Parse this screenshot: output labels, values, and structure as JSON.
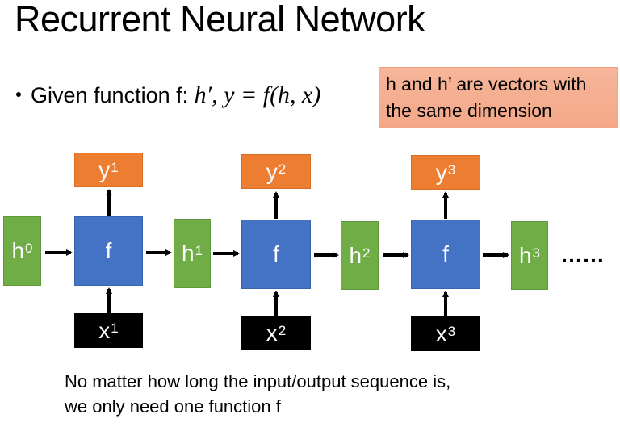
{
  "slide": {
    "title": "Recurrent Neural Network",
    "bullet": {
      "prefix": "Given function f: ",
      "formula": "h′, y = f(h, x)"
    },
    "note": {
      "line1": "h and h’ are vectors with",
      "line2": "the same dimension",
      "background": "#f5ae90"
    },
    "caption": {
      "line1": "No matter how long the input/output sequence is,",
      "line2": "we only need one function f"
    }
  },
  "diagram": {
    "colors": {
      "hidden": "#70ad47",
      "function": "#4472c4",
      "output": "#ed7d31",
      "input": "#000000"
    },
    "hidden_states": [
      {
        "base": "h",
        "sup": "0"
      },
      {
        "base": "h",
        "sup": "1"
      },
      {
        "base": "h",
        "sup": "2"
      },
      {
        "base": "h",
        "sup": "3"
      }
    ],
    "steps": [
      {
        "function": "f",
        "output": {
          "base": "y",
          "sup": "1"
        },
        "input": {
          "base": "x",
          "sup": "1"
        }
      },
      {
        "function": "f",
        "output": {
          "base": "y",
          "sup": "2"
        },
        "input": {
          "base": "x",
          "sup": "2"
        }
      },
      {
        "function": "f",
        "output": {
          "base": "y",
          "sup": "3"
        },
        "input": {
          "base": "x",
          "sup": "3"
        }
      }
    ],
    "continuation": "……"
  }
}
